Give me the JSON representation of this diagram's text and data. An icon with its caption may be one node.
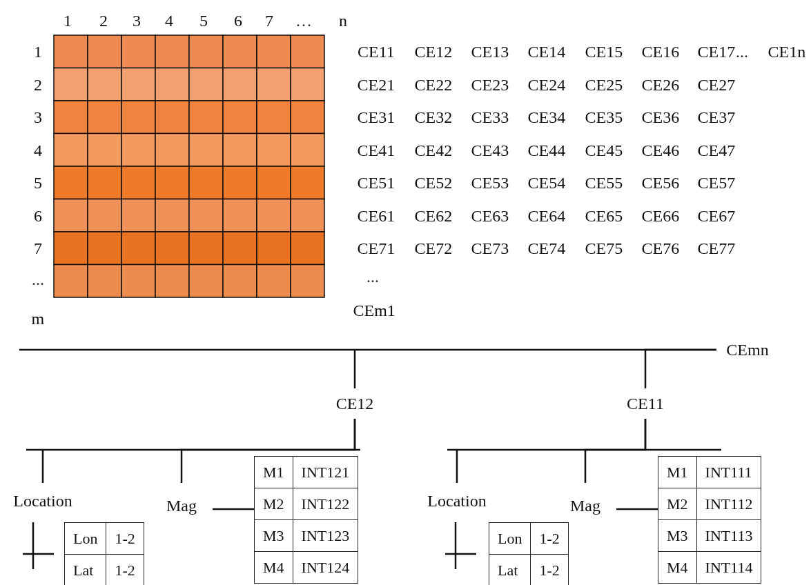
{
  "diagram": {
    "nodes": [
      {
        "text": [
          "CEmn"
        ]
      },
      {
        "text": [
          "CE12"
        ]
      },
      {
        "text": [
          "CE11"
        ]
      },
      {
        "text": [
          "Location"
        ]
      },
      {
        "text": [
          "Mag"
        ]
      },
      {
        "text": [
          "M1",
          "INT121",
          "M2",
          "INT122",
          "M3",
          "INT123",
          "M4",
          "INT124"
        ]
      },
      {
        "text": [
          "Lon",
          "1-2",
          "Lat",
          "1-2"
        ]
      },
      {
        "text": [
          "Location"
        ]
      },
      {
        "text": [
          "Mag"
        ]
      },
      {
        "text": [
          "M1",
          "INT111",
          "M2",
          "INT112",
          "M3",
          "INT113",
          "M4",
          "INT114"
        ]
      },
      {
        "text": [
          "Lon",
          "1-2",
          "Lat",
          "1-2"
        ]
      }
    ],
    "edges": [
      {
        "from": 0,
        "to": 1,
        "arrow": "none"
      },
      {
        "from": 0,
        "to": 2,
        "arrow": "none"
      },
      {
        "from": 1,
        "to": 3,
        "arrow": "none"
      },
      {
        "from": 1,
        "to": 4,
        "arrow": "none"
      },
      {
        "from": 4,
        "to": 5,
        "arrow": "none"
      },
      {
        "from": 2,
        "to": 7,
        "arrow": "none"
      },
      {
        "from": 2,
        "to": 8,
        "arrow": "none"
      },
      {
        "from": 8,
        "to": 9,
        "arrow": "none"
      }
    ],
    "labels": [
      "1",
      "2",
      "3",
      "4",
      "5",
      "6",
      "7",
      "…",
      "n",
      "1",
      "2",
      "3",
      "4",
      "5",
      "6",
      "7",
      "...",
      "m",
      "CE11",
      "CE12",
      "CE13",
      "CE14",
      "CE15",
      "CE16",
      "CE17",
      "...",
      "CE1n",
      "CE21",
      "CE22",
      "CE23",
      "CE24",
      "CE25",
      "CE26",
      "CE27",
      "CE31",
      "CE32",
      "CE33",
      "CE34",
      "CE35",
      "CE36",
      "CE37",
      "CE41",
      "CE42",
      "CE43",
      "CE44",
      "CE45",
      "CE46",
      "CE47",
      "CE51",
      "CE52",
      "CE53",
      "CE54",
      "CE55",
      "CE56",
      "CE57",
      "CE61",
      "CE62",
      "CE63",
      "CE64",
      "CE65",
      "CE66",
      "CE67",
      "CE71",
      "CE72",
      "CE73",
      "CE74",
      "CE75",
      "CE76",
      "CE77",
      "...",
      "CEm1"
    ]
  }
}
